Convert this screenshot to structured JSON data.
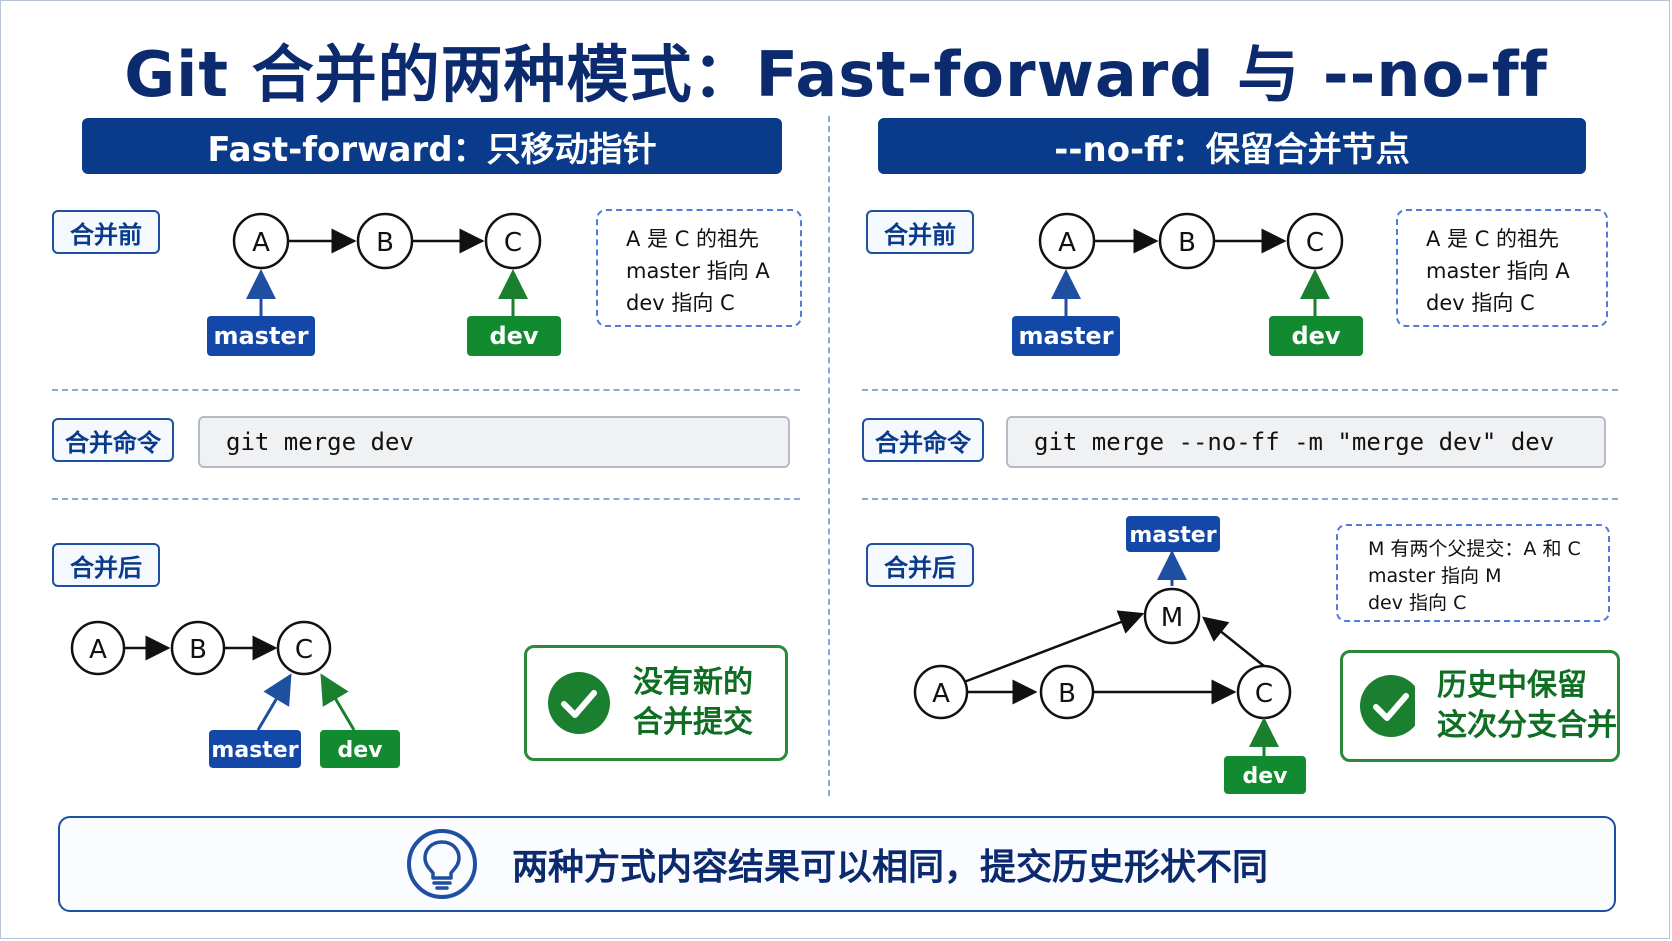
{
  "title": "Git 合并的两种模式：Fast-forward 与 --no-ff",
  "colors": {
    "navy": "#0a3a8a",
    "green": "#1a7f2e",
    "blue_arrow": "#1e4fa0"
  },
  "left": {
    "heading": "Fast-forward：只移动指针",
    "before_tag": "合并前",
    "command_tag": "合并命令",
    "after_tag": "合并后",
    "command": "git merge dev",
    "note": [
      "A 是 C 的祖先",
      "master 指向 A",
      "dev 指向 C"
    ],
    "before_graph": {
      "nodes": [
        "A",
        "B",
        "C"
      ],
      "master_label": "master",
      "dev_label": "dev"
    },
    "after_graph": {
      "nodes": [
        "A",
        "B",
        "C"
      ],
      "master_label": "master",
      "dev_label": "dev"
    },
    "result": [
      "没有新的",
      "合并提交"
    ]
  },
  "right": {
    "heading": "--no-ff：保留合并节点",
    "before_tag": "合并前",
    "command_tag": "合并命令",
    "after_tag": "合并后",
    "command": "git merge --no-ff -m \"merge dev\" dev",
    "note": [
      "A 是 C 的祖先",
      "master 指向 A",
      "dev 指向 C"
    ],
    "after_note": [
      "M 有两个父提交：A 和 C",
      "master 指向 M",
      "dev 指向 C"
    ],
    "before_graph": {
      "nodes": [
        "A",
        "B",
        "C"
      ],
      "master_label": "master",
      "dev_label": "dev"
    },
    "after_graph": {
      "nodes": [
        "A",
        "B",
        "C",
        "M"
      ],
      "master_label": "master",
      "dev_label": "dev"
    },
    "result": [
      "历史中保留",
      "这次分支合并"
    ]
  },
  "summary": {
    "icon": "lightbulb-icon",
    "text": "两种方式内容结果可以相同，提交历史形状不同"
  }
}
